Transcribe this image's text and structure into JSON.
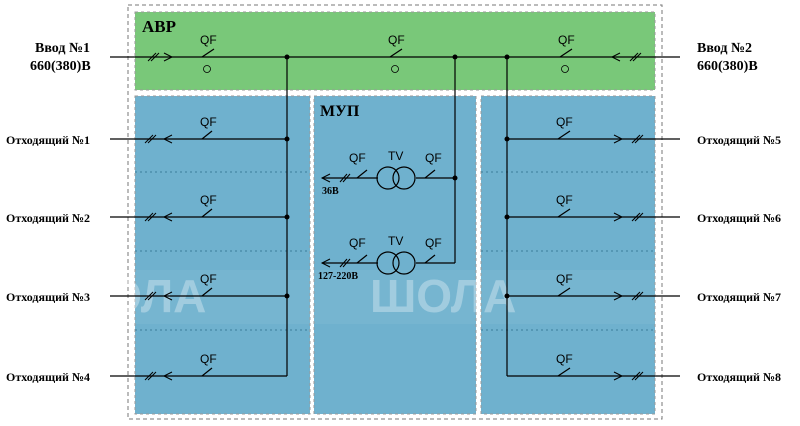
{
  "title": "АВР",
  "mup_title": "МУП",
  "inputs": [
    {
      "line1": "Ввод №1",
      "line2": "660(380)В"
    },
    {
      "line1": "Ввод №2",
      "line2": "660(380)В"
    }
  ],
  "outgoing_left": [
    "Отходящий №1",
    "Отходящий №2",
    "Отходящий №3",
    "Отходящий №4"
  ],
  "outgoing_right": [
    "Отходящий №5",
    "Отходящий №6",
    "Отходящий №7",
    "Отходящий №8"
  ],
  "breaker_label": "QF",
  "transformer_label": "TV",
  "mup_outputs": [
    "36В",
    "127-220В"
  ],
  "watermark": "ШОЛА",
  "colors": {
    "avr_panel": "#79c879",
    "panel_blue": "#6fb1ce",
    "line": "#000000"
  }
}
